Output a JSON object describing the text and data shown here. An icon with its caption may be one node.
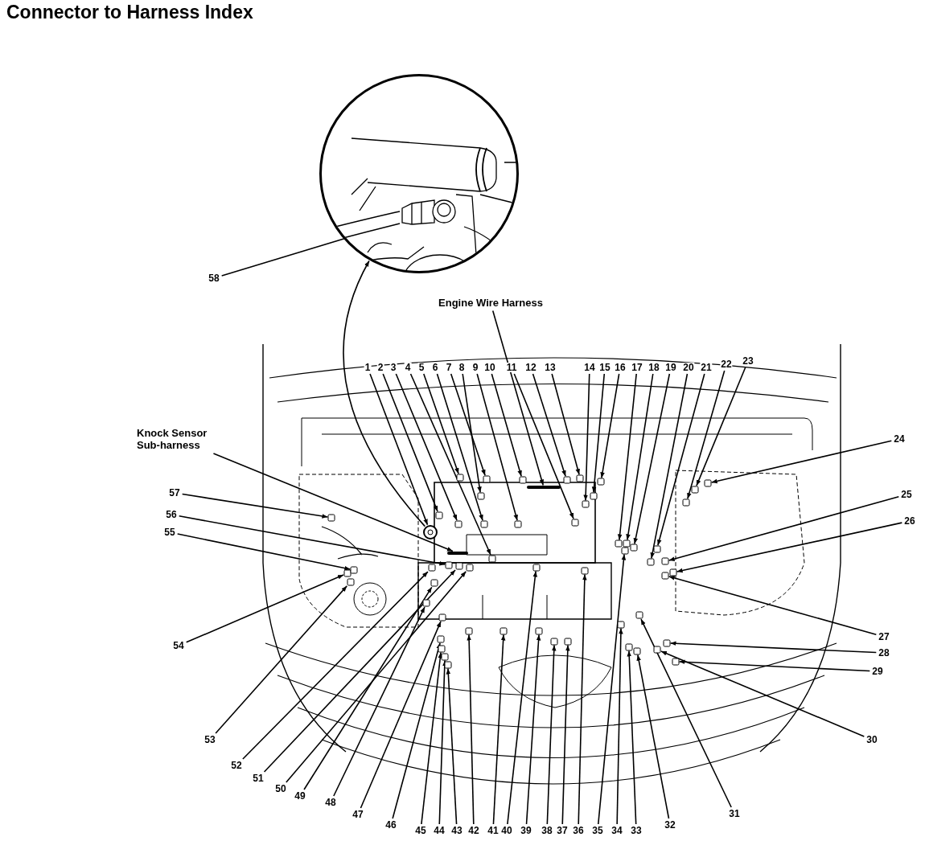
{
  "diagram": {
    "title": "Connector to Harness Index",
    "nodes": [
      {
        "text": [],
        "shape": "picture"
      },
      {
        "text": [],
        "shape": "circle"
      },
      {
        "text": [
          "1"
        ]
      },
      {
        "text": [
          "2"
        ]
      },
      {
        "text": [
          "3"
        ]
      },
      {
        "text": [
          "4"
        ]
      },
      {
        "text": [
          "5"
        ]
      },
      {
        "text": [
          "6"
        ]
      },
      {
        "text": [
          "7"
        ]
      },
      {
        "text": [
          "8"
        ]
      },
      {
        "text": [
          "9"
        ]
      },
      {
        "text": [
          "10"
        ]
      },
      {
        "text": [
          "11"
        ]
      },
      {
        "text": [
          "12"
        ]
      },
      {
        "text": [
          "13"
        ]
      },
      {
        "text": [
          "14"
        ]
      },
      {
        "text": [
          "15"
        ]
      },
      {
        "text": [
          "16"
        ]
      },
      {
        "text": [
          "17"
        ]
      },
      {
        "text": [
          "18"
        ]
      },
      {
        "text": [
          "19"
        ]
      },
      {
        "text": [
          "20"
        ]
      },
      {
        "text": [
          "21"
        ]
      },
      {
        "text": [
          "22"
        ]
      },
      {
        "text": [
          "23"
        ]
      },
      {
        "text": [
          "24"
        ]
      },
      {
        "text": [
          "25"
        ]
      },
      {
        "text": [
          "26"
        ]
      },
      {
        "text": [
          "27"
        ]
      },
      {
        "text": [
          "28"
        ]
      },
      {
        "text": [
          "29"
        ]
      },
      {
        "text": [
          "30"
        ]
      },
      {
        "text": [
          "31"
        ]
      },
      {
        "text": [
          "32"
        ]
      },
      {
        "text": [
          "33"
        ]
      },
      {
        "text": [
          "34"
        ]
      },
      {
        "text": [
          "35"
        ]
      },
      {
        "text": [
          "36"
        ]
      },
      {
        "text": [
          "37"
        ]
      },
      {
        "text": [
          "38"
        ]
      },
      {
        "text": [
          "39"
        ]
      },
      {
        "text": [
          "40"
        ]
      },
      {
        "text": [
          "41"
        ]
      },
      {
        "text": [
          "42"
        ]
      },
      {
        "text": [
          "43"
        ]
      },
      {
        "text": [
          "44"
        ]
      },
      {
        "text": [
          "45"
        ]
      },
      {
        "text": [
          "46"
        ]
      },
      {
        "text": [
          "47"
        ]
      },
      {
        "text": [
          "48"
        ]
      },
      {
        "text": [
          "49"
        ]
      },
      {
        "text": [
          "50"
        ]
      },
      {
        "text": [
          "51"
        ]
      },
      {
        "text": [
          "52"
        ]
      },
      {
        "text": [
          "53"
        ]
      },
      {
        "text": [
          "54"
        ]
      },
      {
        "text": [
          "55"
        ]
      },
      {
        "text": [
          "56"
        ]
      },
      {
        "text": [
          "57"
        ]
      },
      {
        "text": [
          "58"
        ]
      },
      {
        "text": [
          "Engine Wire Harness"
        ]
      },
      {
        "text": [
          "Knock Sensor Sub-harness"
        ]
      },
      {
        "text": [],
        "shape": "box"
      },
      {
        "text": [],
        "shape": "box"
      },
      {
        "text": [],
        "shape": "box"
      },
      {
        "text": [],
        "shape": "box"
      },
      {
        "text": [],
        "shape": "box"
      },
      {
        "text": [],
        "shape": "box"
      },
      {
        "text": [],
        "shape": "box"
      },
      {
        "text": [],
        "shape": "box"
      },
      {
        "text": [],
        "shape": "box"
      },
      {
        "text": [],
        "shape": "box"
      },
      {
        "text": [],
        "shape": "box"
      },
      {
        "text": [],
        "shape": "box"
      },
      {
        "text": [],
        "shape": "box"
      },
      {
        "text": [],
        "shape": "box"
      },
      {
        "text": [],
        "shape": "box"
      },
      {
        "text": [],
        "shape": "box"
      },
      {
        "text": [],
        "shape": "box"
      },
      {
        "text": [],
        "shape": "box"
      },
      {
        "text": [],
        "shape": "box"
      },
      {
        "text": [],
        "shape": "box"
      },
      {
        "text": [],
        "shape": "box"
      },
      {
        "text": [],
        "shape": "box"
      },
      {
        "text": [],
        "shape": "box"
      },
      {
        "text": [],
        "shape": "box"
      },
      {
        "text": [],
        "shape": "box"
      },
      {
        "text": [],
        "shape": "box"
      },
      {
        "text": [],
        "shape": "box"
      },
      {
        "text": [],
        "shape": "box"
      },
      {
        "text": [],
        "shape": "box"
      },
      {
        "text": [],
        "shape": "box"
      },
      {
        "text": [],
        "shape": "box"
      },
      {
        "text": [],
        "shape": "box"
      },
      {
        "text": [],
        "shape": "box"
      },
      {
        "text": [],
        "shape": "box"
      },
      {
        "text": [],
        "shape": "box"
      },
      {
        "text": [],
        "shape": "box"
      },
      {
        "text": [],
        "shape": "box"
      },
      {
        "text": [],
        "shape": "box"
      },
      {
        "text": [],
        "shape": "box"
      },
      {
        "text": [],
        "shape": "box"
      },
      {
        "text": [],
        "shape": "box"
      },
      {
        "text": [],
        "shape": "box"
      },
      {
        "text": [],
        "shape": "box"
      },
      {
        "text": [],
        "shape": "box"
      },
      {
        "text": [],
        "shape": "box"
      },
      {
        "text": [],
        "shape": "box"
      },
      {
        "text": [],
        "shape": "box"
      },
      {
        "text": [],
        "shape": "box"
      },
      {
        "text": [],
        "shape": "box"
      },
      {
        "text": [],
        "shape": "box"
      },
      {
        "text": [],
        "shape": "box"
      },
      {
        "text": [],
        "shape": "box"
      },
      {
        "text": [],
        "shape": "box"
      },
      {
        "text": [],
        "shape": "box"
      },
      {
        "text": [],
        "shape": "box"
      },
      {
        "text": [],
        "shape": "box"
      },
      {
        "text": [],
        "shape": "picture",
        "in": 0
      },
      {
        "text": [],
        "shape": "bar"
      },
      {
        "text": [],
        "shape": "bar"
      }
    ],
    "edges": [
      {
        "from": 1,
        "to": 0,
        "arrow": "to"
      },
      {
        "from": 2,
        "to": 1,
        "arrow": "to"
      },
      {
        "from": 3,
        "to": 62,
        "arrow": "to"
      },
      {
        "from": 4,
        "to": 63,
        "arrow": "to"
      },
      {
        "from": 5,
        "to": 64,
        "arrow": "to"
      },
      {
        "from": 6,
        "to": 65,
        "arrow": "to"
      },
      {
        "from": 7,
        "to": 66,
        "arrow": "to"
      },
      {
        "from": 8,
        "to": 67,
        "arrow": "to"
      },
      {
        "from": 9,
        "to": 68,
        "arrow": "to"
      },
      {
        "from": 10,
        "to": 69,
        "arrow": "to"
      },
      {
        "from": 11,
        "to": 70,
        "arrow": "to"
      },
      {
        "from": 12,
        "to": 71,
        "arrow": "to"
      },
      {
        "from": 13,
        "to": 72,
        "arrow": "to"
      },
      {
        "from": 14,
        "to": 73,
        "arrow": "to"
      },
      {
        "from": 15,
        "to": 74,
        "arrow": "to"
      },
      {
        "from": 16,
        "to": 75,
        "arrow": "to"
      },
      {
        "from": 17,
        "to": 76,
        "arrow": "to"
      },
      {
        "from": 18,
        "to": 77,
        "arrow": "to"
      },
      {
        "from": 19,
        "to": 78,
        "arrow": "to"
      },
      {
        "from": 20,
        "to": 79,
        "arrow": "to"
      },
      {
        "from": 21,
        "to": 80,
        "arrow": "to"
      },
      {
        "from": 22,
        "to": 81,
        "arrow": "to"
      },
      {
        "from": 23,
        "to": 82,
        "arrow": "to"
      },
      {
        "from": 24,
        "to": 83,
        "arrow": "to"
      },
      {
        "from": 25,
        "to": 84,
        "arrow": "to"
      },
      {
        "from": 26,
        "to": 85,
        "arrow": "to"
      },
      {
        "from": 27,
        "to": 86,
        "arrow": "to"
      },
      {
        "from": 28,
        "to": 87,
        "arrow": "to"
      },
      {
        "from": 29,
        "to": 88,
        "arrow": "to"
      },
      {
        "from": 30,
        "to": 89,
        "arrow": "to"
      },
      {
        "from": 31,
        "to": 90,
        "arrow": "to"
      },
      {
        "from": 32,
        "to": 91,
        "arrow": "to"
      },
      {
        "from": 33,
        "to": 92,
        "arrow": "to"
      },
      {
        "from": 34,
        "to": 93,
        "arrow": "to"
      },
      {
        "from": 35,
        "to": 94,
        "arrow": "to"
      },
      {
        "from": 36,
        "to": 95,
        "arrow": "to"
      },
      {
        "from": 37,
        "to": 96,
        "arrow": "to"
      },
      {
        "from": 38,
        "to": 97,
        "arrow": "to"
      },
      {
        "from": 39,
        "to": 98,
        "arrow": "to"
      },
      {
        "from": 40,
        "to": 99,
        "arrow": "to"
      },
      {
        "from": 41,
        "to": 100,
        "arrow": "to"
      },
      {
        "from": 42,
        "to": 101,
        "arrow": "to"
      },
      {
        "from": 43,
        "to": 102,
        "arrow": "to"
      },
      {
        "from": 44,
        "to": 103,
        "arrow": "to"
      },
      {
        "from": 45,
        "to": 104,
        "arrow": "to"
      },
      {
        "from": 46,
        "to": 105,
        "arrow": "to"
      },
      {
        "from": 47,
        "to": 106,
        "arrow": "to"
      },
      {
        "from": 48,
        "to": 107,
        "arrow": "to"
      },
      {
        "from": 49,
        "to": 108,
        "arrow": "to"
      },
      {
        "from": 50,
        "to": 109,
        "arrow": "to"
      },
      {
        "from": 51,
        "to": 110,
        "arrow": "to"
      },
      {
        "from": 52,
        "to": 111,
        "arrow": "to"
      },
      {
        "from": 53,
        "to": 112,
        "arrow": "to"
      },
      {
        "from": 54,
        "to": 113,
        "arrow": "to"
      },
      {
        "from": 55,
        "to": 114,
        "arrow": "to"
      },
      {
        "from": 56,
        "to": 115,
        "arrow": "to"
      },
      {
        "from": 57,
        "to": 116,
        "arrow": "to"
      },
      {
        "from": 58,
        "to": 117,
        "arrow": "to"
      },
      {
        "from": 59,
        "to": 118,
        "arrow": "to"
      },
      {
        "from": 60,
        "to": 119,
        "arrow": "to"
      },
      {
        "from": 61,
        "to": 120,
        "arrow": "to"
      }
    ]
  }
}
